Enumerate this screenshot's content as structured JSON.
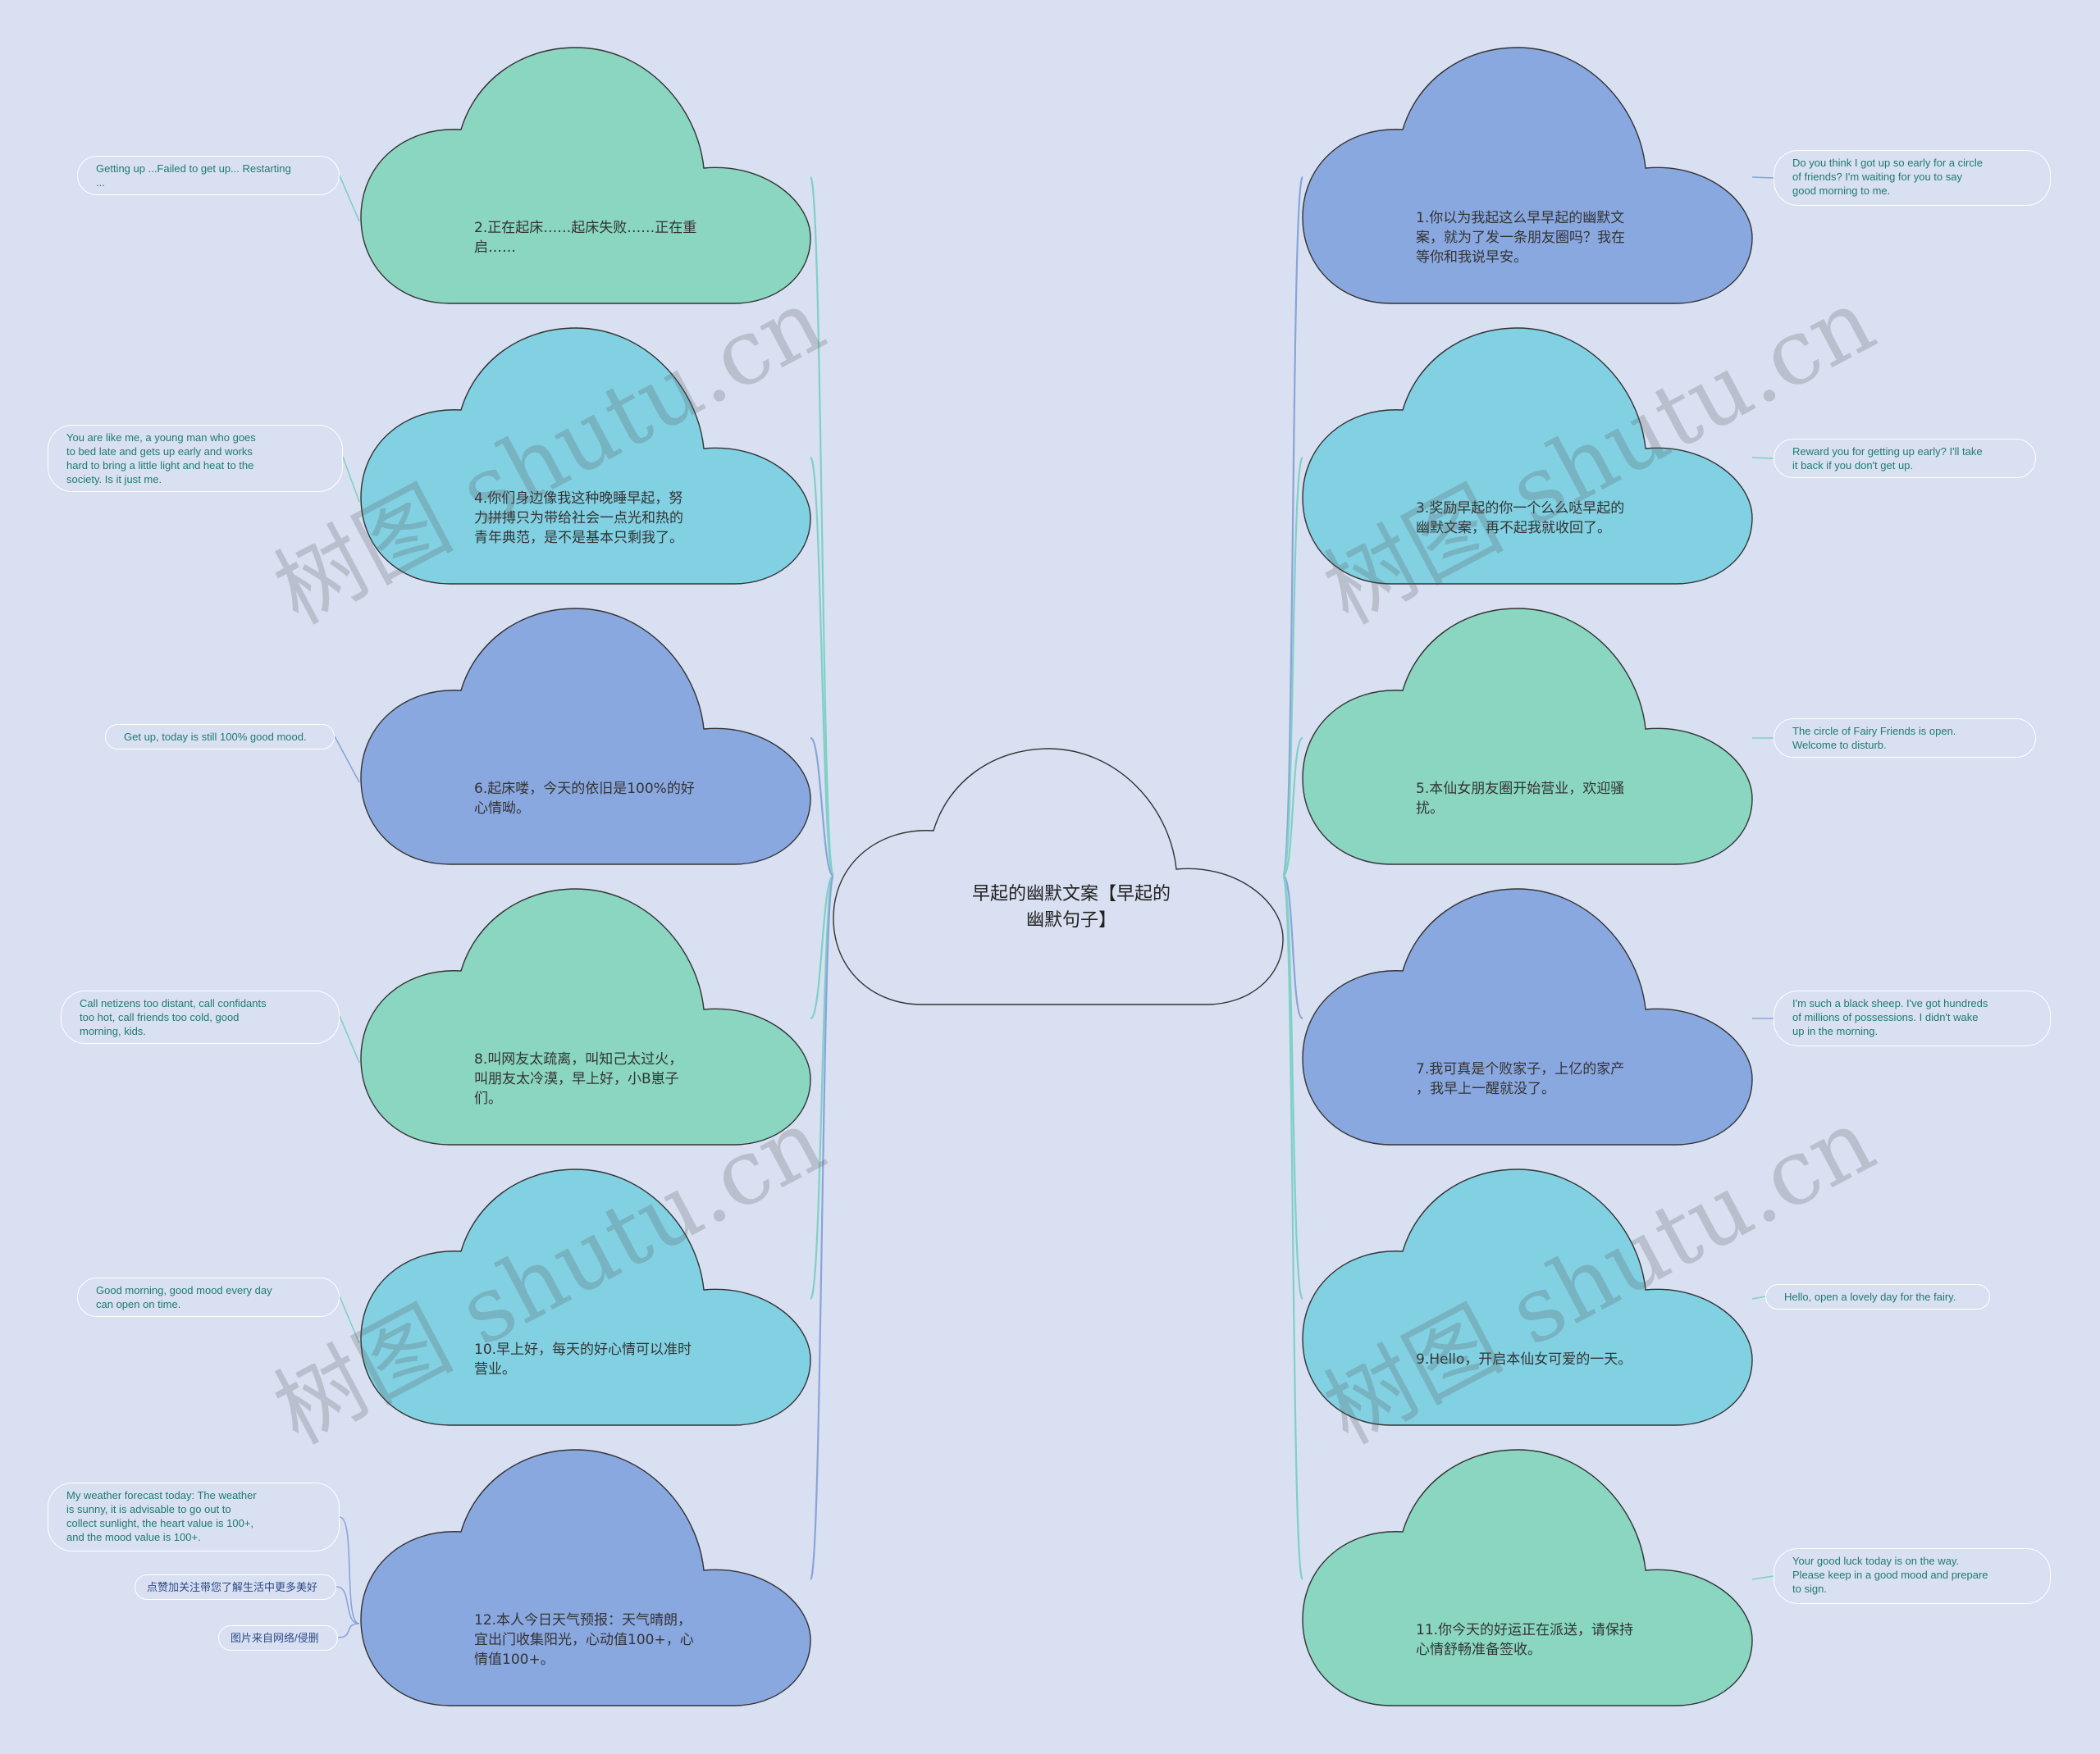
{
  "center": {
    "label": "早起的幽默文案【早起的\n幽默句子】"
  },
  "colors": {
    "background": "#d9e0f2",
    "green": "#8ad6c0",
    "cyan": "#82d1e3",
    "blue": "#8aa8e0",
    "center_fill": "#d9e0f2",
    "outline": "#333333",
    "connector_green": "#7fd0c6",
    "connector_blue": "#8aa4d8"
  },
  "watermark": "树图 shutu.cn",
  "topics": [
    {
      "id": "t2",
      "label": "2.正在起床……起床失败……正在重\n启……",
      "color": "green",
      "leaves": [
        "Getting up ...Failed to get up... Restarting\n..."
      ]
    },
    {
      "id": "t4",
      "label": "4.你们身边像我这种晚睡早起，努\n力拼搏只为带给社会一点光和热的\n青年典范，是不是基本只剩我了。",
      "color": "cyan",
      "leaves": [
        "You are like me, a young man who goes\nto bed late and gets up early and works\nhard to bring a little light and heat to the\nsociety. Is it just me."
      ]
    },
    {
      "id": "t6",
      "label": "6.起床喽，今天的依旧是100%的好\n心情呦。",
      "color": "blue",
      "leaves": [
        "Get up, today is still 100% good mood."
      ]
    },
    {
      "id": "t8",
      "label": "8.叫网友太疏离，叫知己太过火，\n叫朋友太冷漠，早上好，小B崽子\n们。",
      "color": "green",
      "leaves": [
        "Call netizens too distant, call confidants\ntoo hot, call friends too cold, good\nmorning, kids."
      ]
    },
    {
      "id": "t10",
      "label": "10.早上好，每天的好心情可以准时\n营业。",
      "color": "cyan",
      "leaves": [
        "Good morning, good mood every day\ncan open on time."
      ]
    },
    {
      "id": "t12",
      "label": "12.本人今日天气预报：天气晴朗，\n宜出门收集阳光，心动值100+，心\n情值100+。",
      "color": "blue",
      "leaves": [
        "My weather forecast today: The weather\nis sunny, it is advisable to go out to\ncollect sunlight, the heart value is 100+,\nand the mood value is 100+.",
        "点赞加关注带您了解生活中更多美好",
        "图片来自网络/侵删"
      ]
    },
    {
      "id": "t1",
      "label": "1.你以为我起这么早早起的幽默文\n案，就为了发一条朋友圈吗？我在\n等你和我说早安。",
      "color": "blue",
      "leaves": [
        "Do you think I got up so early for a circle\nof friends? I'm waiting for you to say\ngood morning to me."
      ]
    },
    {
      "id": "t3",
      "label": "3.奖励早起的你一个么么哒早起的\n幽默文案，再不起我就收回了。",
      "color": "cyan",
      "leaves": [
        "Reward you for getting up early? I'll take\nit back if you don't get up."
      ]
    },
    {
      "id": "t5",
      "label": "5.本仙女朋友圈开始营业，欢迎骚\n扰。",
      "color": "green",
      "leaves": [
        "The circle of Fairy Friends is open.\nWelcome to disturb."
      ]
    },
    {
      "id": "t7",
      "label": "7.我可真是个败家子，上亿的家产\n，我早上一醒就没了。",
      "color": "blue",
      "leaves": [
        "I'm such a black sheep. I've got hundreds\n of millions of possessions. I didn't wake\nup in the morning."
      ]
    },
    {
      "id": "t9",
      "label": "9.Hello，开启本仙女可爱的一天。",
      "color": "cyan",
      "leaves": [
        "Hello, open a lovely day for the fairy."
      ]
    },
    {
      "id": "t11",
      "label": "11.你今天的好运正在派送，请保持\n心情舒畅准备签收。",
      "color": "green",
      "leaves": [
        "Your good luck today is on the way.\nPlease keep in a good mood and prepare\n to sign."
      ]
    }
  ]
}
